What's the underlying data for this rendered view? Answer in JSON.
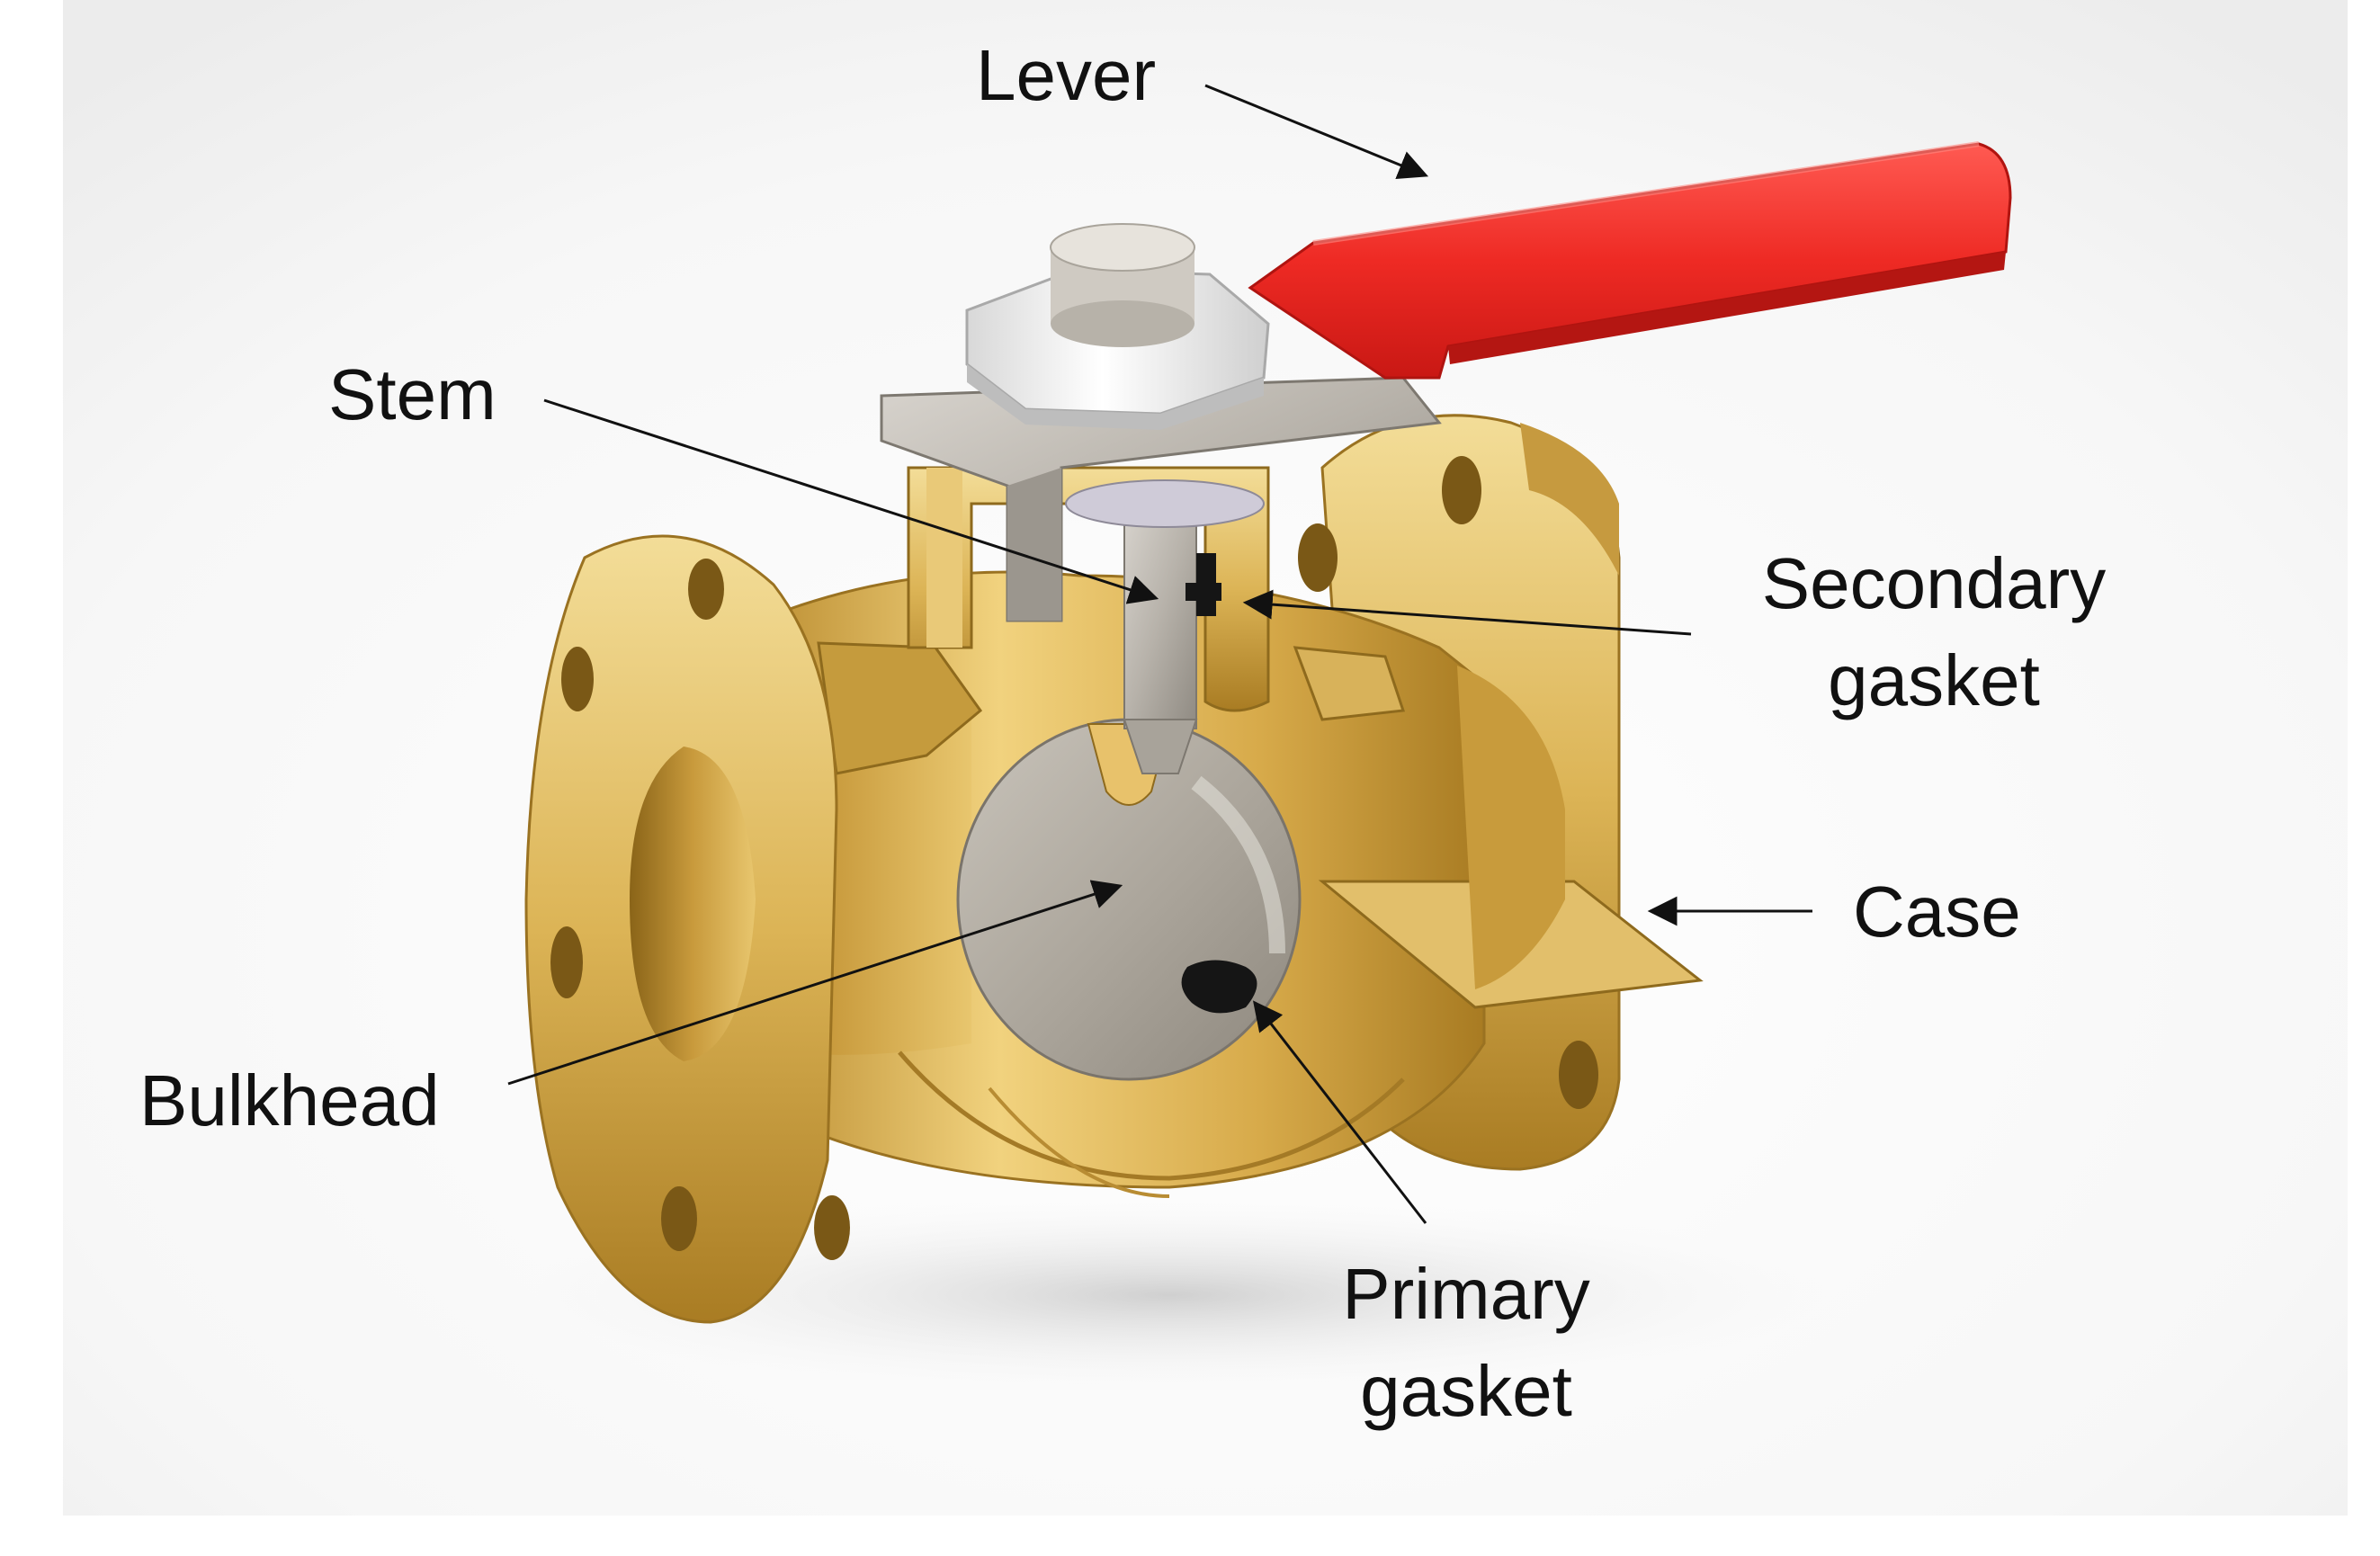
{
  "labels": {
    "lever": "Lever",
    "stem": "Stem",
    "secondary_gasket": [
      "Secondary",
      "gasket"
    ],
    "case": "Case",
    "bulkhead": "Bulkhead",
    "primary_gasket": [
      "Primary",
      "gasket"
    ]
  },
  "colors": {
    "lever": "#ef2424",
    "brass": "#d9b04c",
    "steel": "#b8b4ae",
    "nut": "#ececec",
    "gasket": "#151515"
  }
}
